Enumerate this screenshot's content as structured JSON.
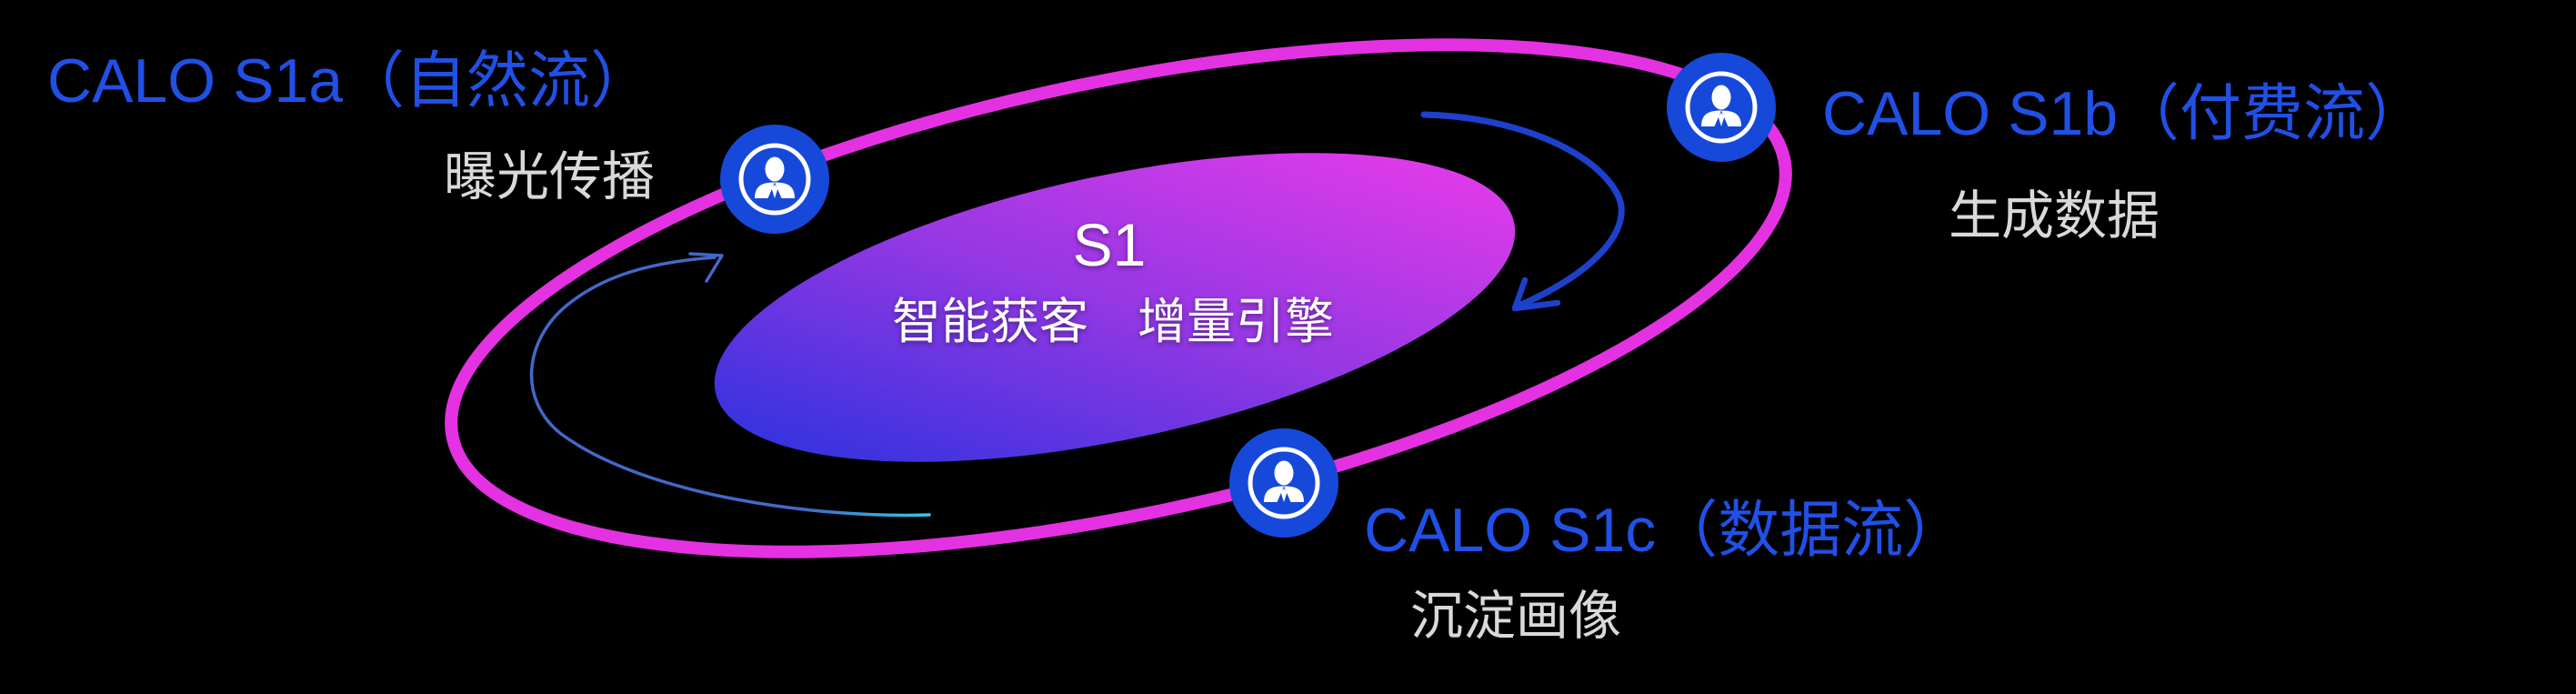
{
  "diagram": {
    "center": {
      "title": "S1",
      "subtitle": "智能获客　增量引擎"
    },
    "nodes": [
      {
        "id": "s1a",
        "label": "CALO S1a（自然流）",
        "sublabel": "曝光传播",
        "icon": "person-badge-icon"
      },
      {
        "id": "s1b",
        "label": "CALO S1b（付费流）",
        "sublabel": "生成数据",
        "icon": "person-badge-icon"
      },
      {
        "id": "s1c",
        "label": "CALO S1c（数据流）",
        "sublabel": "沉淀画像",
        "icon": "person-badge-icon"
      }
    ],
    "arrows": [
      {
        "id": "left-arrow",
        "direction": "up-right",
        "style": "thin-swoosh"
      },
      {
        "id": "right-arrow",
        "direction": "down-left",
        "style": "thick-curve"
      }
    ]
  },
  "colors": {
    "background": "#000000",
    "label_blue": "#2150E6",
    "sub_gray": "#D9D9D9",
    "ring_magenta": "#E431E2",
    "icon_blue": "#1649DA",
    "inner_gradient_start": "#2B32DE",
    "inner_gradient_end": "#E93BE9",
    "arrow_blue": "#1D41CC",
    "swoosh_cyan": "#2ED0E8",
    "center_text_white": "#FFFFFF"
  }
}
